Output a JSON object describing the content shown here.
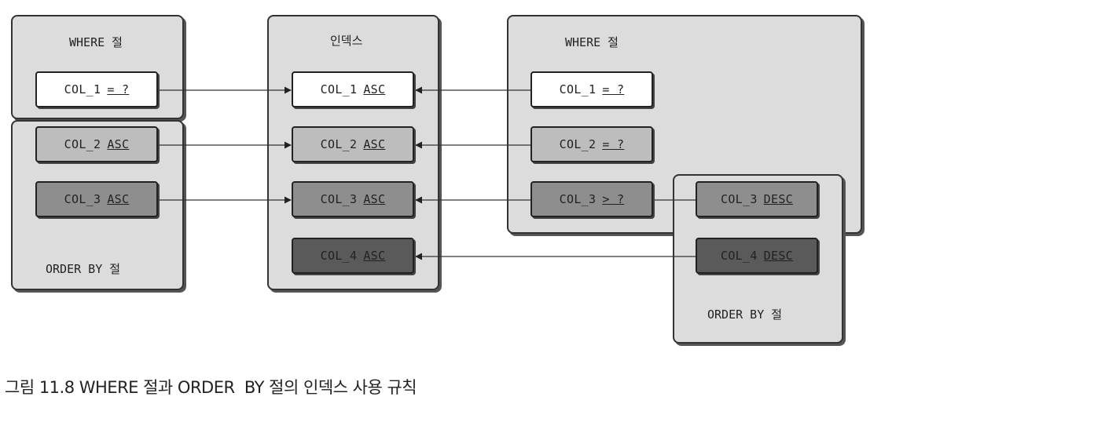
{
  "groups": {
    "left_where": {
      "title": "WHERE 절"
    },
    "left_orderby": {
      "title": "ORDER BY 절"
    },
    "index": {
      "title": "인덱스"
    },
    "right_where": {
      "title": "WHERE 절"
    },
    "right_orderby": {
      "title": "ORDER BY 절"
    }
  },
  "boxes": {
    "left_col1": {
      "col": "COL_1",
      "op": "= ?"
    },
    "left_col2": {
      "col": "COL_2",
      "op": "ASC"
    },
    "left_col3": {
      "col": "COL_3",
      "op": "ASC"
    },
    "idx_col1": {
      "col": "COL_1",
      "op": "ASC"
    },
    "idx_col2": {
      "col": "COL_2",
      "op": "ASC"
    },
    "idx_col3": {
      "col": "COL_3",
      "op": "ASC"
    },
    "idx_col4": {
      "col": "COL_4",
      "op": "ASC"
    },
    "right_col1": {
      "col": "COL_1",
      "op": "= ?"
    },
    "right_col2": {
      "col": "COL_2",
      "op": "= ?"
    },
    "right_col3": {
      "col": "COL_3",
      "op": "> ?"
    },
    "ob_col3": {
      "col": "COL_3",
      "op": "DESC"
    },
    "ob_col4": {
      "col": "COL_4",
      "op": "DESC"
    }
  },
  "caption": "그림 11.8 WHERE 절과 ORDER  BY 절의 인덱스 사용 규칙"
}
